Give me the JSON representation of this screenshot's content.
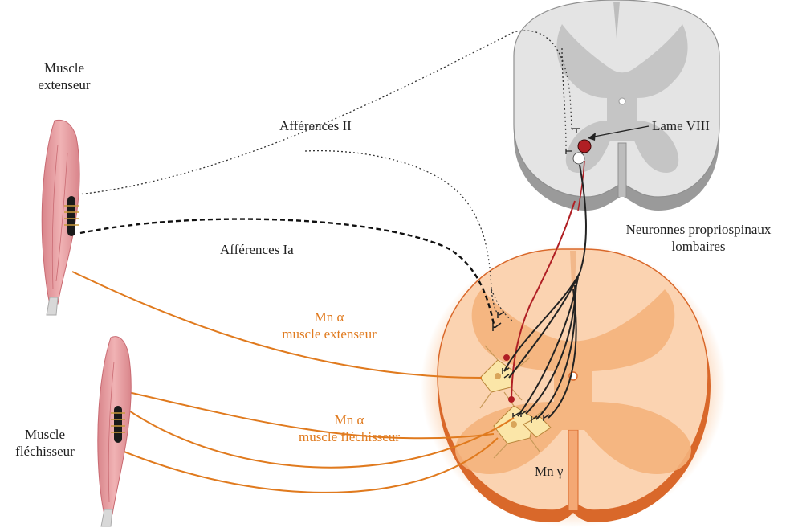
{
  "labels": {
    "muscle_extensor_l1": "Muscle",
    "muscle_extensor_l2": "extenseur",
    "afferences_ii": "Afférences II",
    "afferences_ia": "Afférences Ia",
    "lame_viii": "Lame VIII",
    "neurons_l1": "Neuronnes propriospinaux",
    "neurons_l2": "lombaires",
    "mn_alpha_ext_l1": "Mn α",
    "mn_alpha_ext_l2": "muscle extenseur",
    "mn_alpha_flex_l1": "Mn α",
    "mn_alpha_flex_l2": "muscle fléchisseur",
    "muscle_flexor_l1": "Muscle",
    "muscle_flexor_l2": "fléchisseur",
    "mn_gamma": "Mn γ"
  },
  "colors": {
    "muscle": "#e8a0a4",
    "motor_axon": "#e07a1e",
    "cervical_grey": "#c8c8c8",
    "lumbar_body": "#fbd3b1",
    "lumbar_grey": "#f4b27c",
    "red_neuron": "#b01f24"
  }
}
